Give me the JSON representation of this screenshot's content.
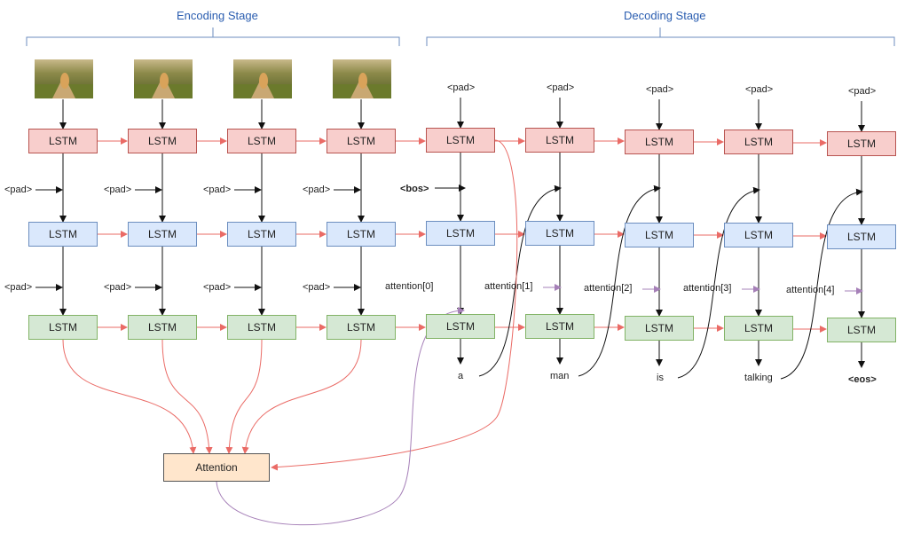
{
  "stages": {
    "encoding": "Encoding Stage",
    "decoding": "Decoding Stage"
  },
  "cell_label": "LSTM",
  "attention_label": "Attention",
  "pad_token": "<pad>",
  "bos_token": "<bos>",
  "eos_token": "<eos>",
  "decoder_attention_labels": [
    "attention[0]",
    "attention[1]",
    "attention[2]",
    "attention[3]",
    "attention[4]"
  ],
  "output_words": [
    "a",
    "man",
    "is",
    "talking"
  ],
  "colors": {
    "layer1_fill": "#f8cecc",
    "layer2_fill": "#dae8fc",
    "layer3_fill": "#d5e8d4",
    "attention_fill": "#ffe6cc",
    "recurrent_arrow": "#ea6b66",
    "attention_arrow": "#a680b8",
    "stage_text": "#2a5db0"
  }
}
